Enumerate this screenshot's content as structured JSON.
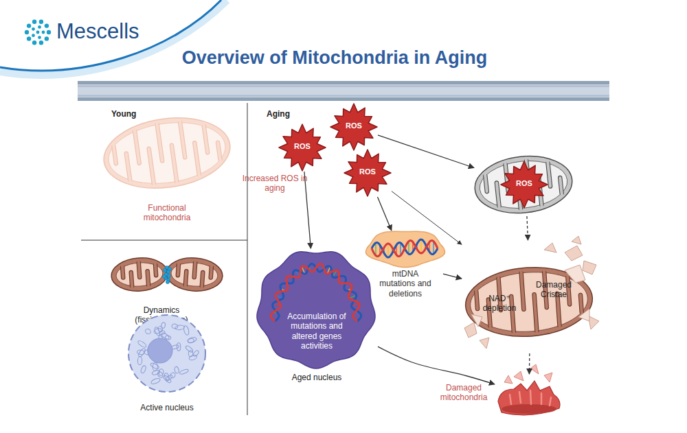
{
  "diagram": {
    "title": "Overview of Mitochondria in Aging",
    "nodes": [
      {
        "text": [
          "Young"
        ]
      },
      {
        "text": [
          "Functional mitochondria"
        ],
        "in": 0
      },
      {
        "text": [
          "Dynamics (fission/fusion)"
        ],
        "in": 0
      },
      {
        "text": [
          "Active nucleus"
        ],
        "in": 0
      },
      {
        "text": [
          "Aging"
        ]
      },
      {
        "text": [
          "ROS"
        ],
        "in": 4
      },
      {
        "text": [
          "ROS"
        ],
        "in": 4
      },
      {
        "text": [
          "ROS"
        ],
        "in": 4
      },
      {
        "text": [
          "ROS"
        ],
        "in": 4
      },
      {
        "text": [
          "mtDNA mutations and deletions"
        ],
        "in": 4
      },
      {
        "text": [
          "Accumulation of mutations and altered genes activities",
          "Aged nucleus"
        ],
        "in": 4
      },
      {
        "text": [
          "NAD⁺ depletion",
          "Damaged Cristae"
        ],
        "in": 4
      },
      {
        "text": [
          "Damaged mitochondria"
        ],
        "in": 4
      }
    ],
    "edges": [
      {
        "from": 5,
        "to": 10,
        "arrow": "to"
      },
      {
        "from": 6,
        "to": 8,
        "arrow": "to"
      },
      {
        "from": 7,
        "to": 9,
        "arrow": "to"
      },
      {
        "from": 7,
        "to": 11,
        "arrow": "to"
      },
      {
        "from": 9,
        "to": 11,
        "arrow": "to"
      },
      {
        "from": 8,
        "to": 11,
        "arrow": "to"
      },
      {
        "from": 10,
        "to": 12,
        "arrow": "to"
      },
      {
        "from": 11,
        "to": 12,
        "arrow": "to"
      }
    ],
    "labels": [
      "Mescells",
      "Increased ROS in aging"
    ]
  }
}
